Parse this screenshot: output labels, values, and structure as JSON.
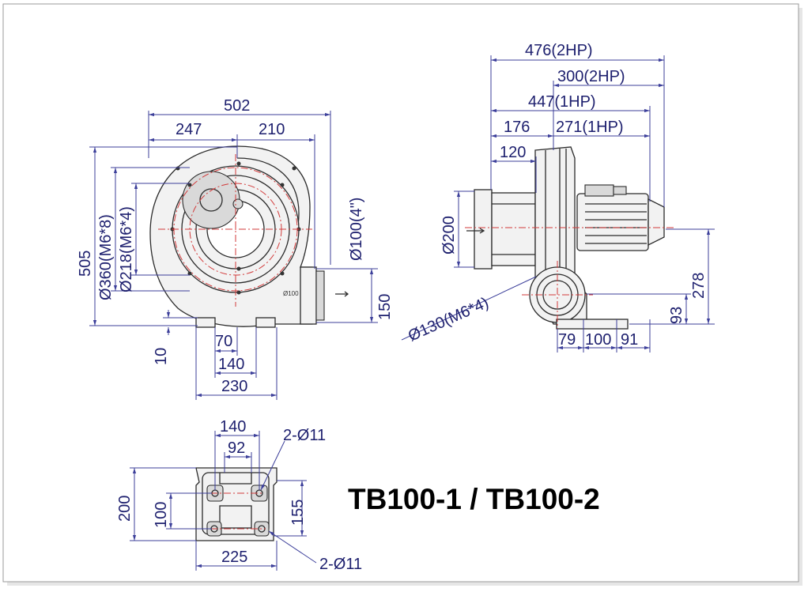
{
  "title": "TB100-1 / TB100-2",
  "front_view": {
    "dims": {
      "overall_width": "502",
      "left_width": "247",
      "right_width": "210",
      "height": "505",
      "bolt_circle_large": "Ø360(M6*8)",
      "bolt_circle_small": "Ø218(M6*4)",
      "outlet_label": "Ø100(4\")",
      "outlet_height": "150",
      "foot_offset": "10",
      "foot_70": "70",
      "foot_140": "140",
      "foot_230": "230"
    },
    "small_labels": {
      "outlet_circle": "Ø100"
    }
  },
  "side_view": {
    "dims": {
      "total_2hp": "476(2HP)",
      "motor_2hp": "300(2HP)",
      "total_1hp": "447(1HP)",
      "to_flange": "176",
      "motor_1hp": "271(1HP)",
      "inlet_length": "120",
      "inlet_diameter": "Ø200",
      "flange_circle": "Ø130(M6*4)",
      "axis_height": "278",
      "base_height": "93",
      "base_79": "79",
      "base_100": "100",
      "base_91": "91"
    }
  },
  "base_view": {
    "dims": {
      "width_140": "140",
      "width_92": "92",
      "holes_top": "2-Ø11",
      "height_200": "200",
      "height_100": "100",
      "height_155": "155",
      "width_225": "225",
      "holes_bottom": "2-Ø11"
    }
  },
  "colors": {
    "dimension": "#1d1f6e",
    "centerline": "#d23a3a",
    "outline": "#2b2b2b"
  }
}
